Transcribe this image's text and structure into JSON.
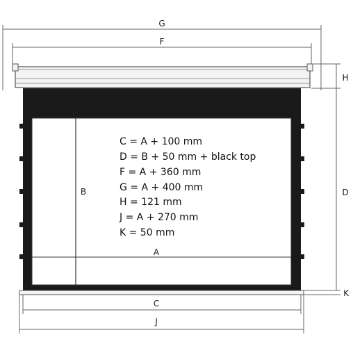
{
  "labels": {
    "G": "G",
    "F": "F",
    "H": "H",
    "B": "B",
    "D": "D",
    "A": "A",
    "K": "K",
    "C": "C",
    "J": "J"
  },
  "formulas": [
    "C = A + 100 mm",
    "D = B + 50 mm + black top",
    "F = A + 360 mm",
    "G = A + 400 mm",
    "H = 121 mm",
    "J = A + 270 mm",
    "K = 50 mm"
  ],
  "colors": {
    "frame": "#1a1a1a",
    "line": "#666666",
    "casing_fill": "#f2f2f2",
    "screen_white": "#ffffff"
  }
}
